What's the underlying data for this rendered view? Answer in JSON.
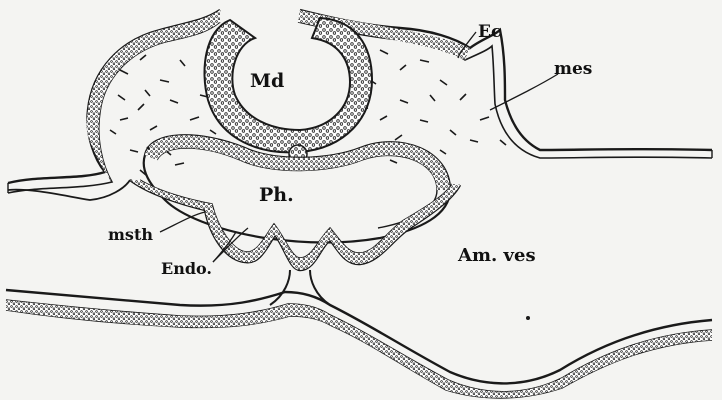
{
  "figure": {
    "labels": {
      "md": "Md",
      "ec": "Ec",
      "mes": "mes",
      "ph": "Ph.",
      "msth": "msth",
      "endo": "Endo.",
      "am_ves": "Am. ves"
    },
    "colors": {
      "ink": "#1a1a1a",
      "paper": "#f4f4f2",
      "tissue": "#ffffff"
    }
  }
}
